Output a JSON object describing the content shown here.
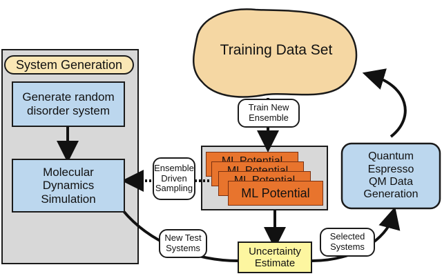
{
  "training": {
    "label": "Training Data Set"
  },
  "system_generation": {
    "title": "System Generation",
    "random_box": "Generate random\ndisorder system",
    "md_box": "Molecular\nDynamics\nSimulation"
  },
  "ensemble": {
    "front_label": "ML Potential",
    "back_label": "ML Potential",
    "train_label": "Train New\nEnsemble",
    "sampling_label": "Ensemble\nDriven\nSampling"
  },
  "uncertainty": {
    "label": "Uncertainty\nEstimate"
  },
  "quantum": {
    "label": "Quantum\nEspresso\nQM Data\nGeneration"
  },
  "edges": {
    "new_test": "New Test\nSystems",
    "selected": "Selected\nSystems"
  },
  "colors": {
    "training_fill": "#f5d7a3",
    "box_blue": "#bcd7ee",
    "panel_gray": "#d8d8d8",
    "ml_orange": "#e8742d",
    "uncertainty_yellow": "#fdf6a0",
    "title_pill": "#fae7b5"
  }
}
